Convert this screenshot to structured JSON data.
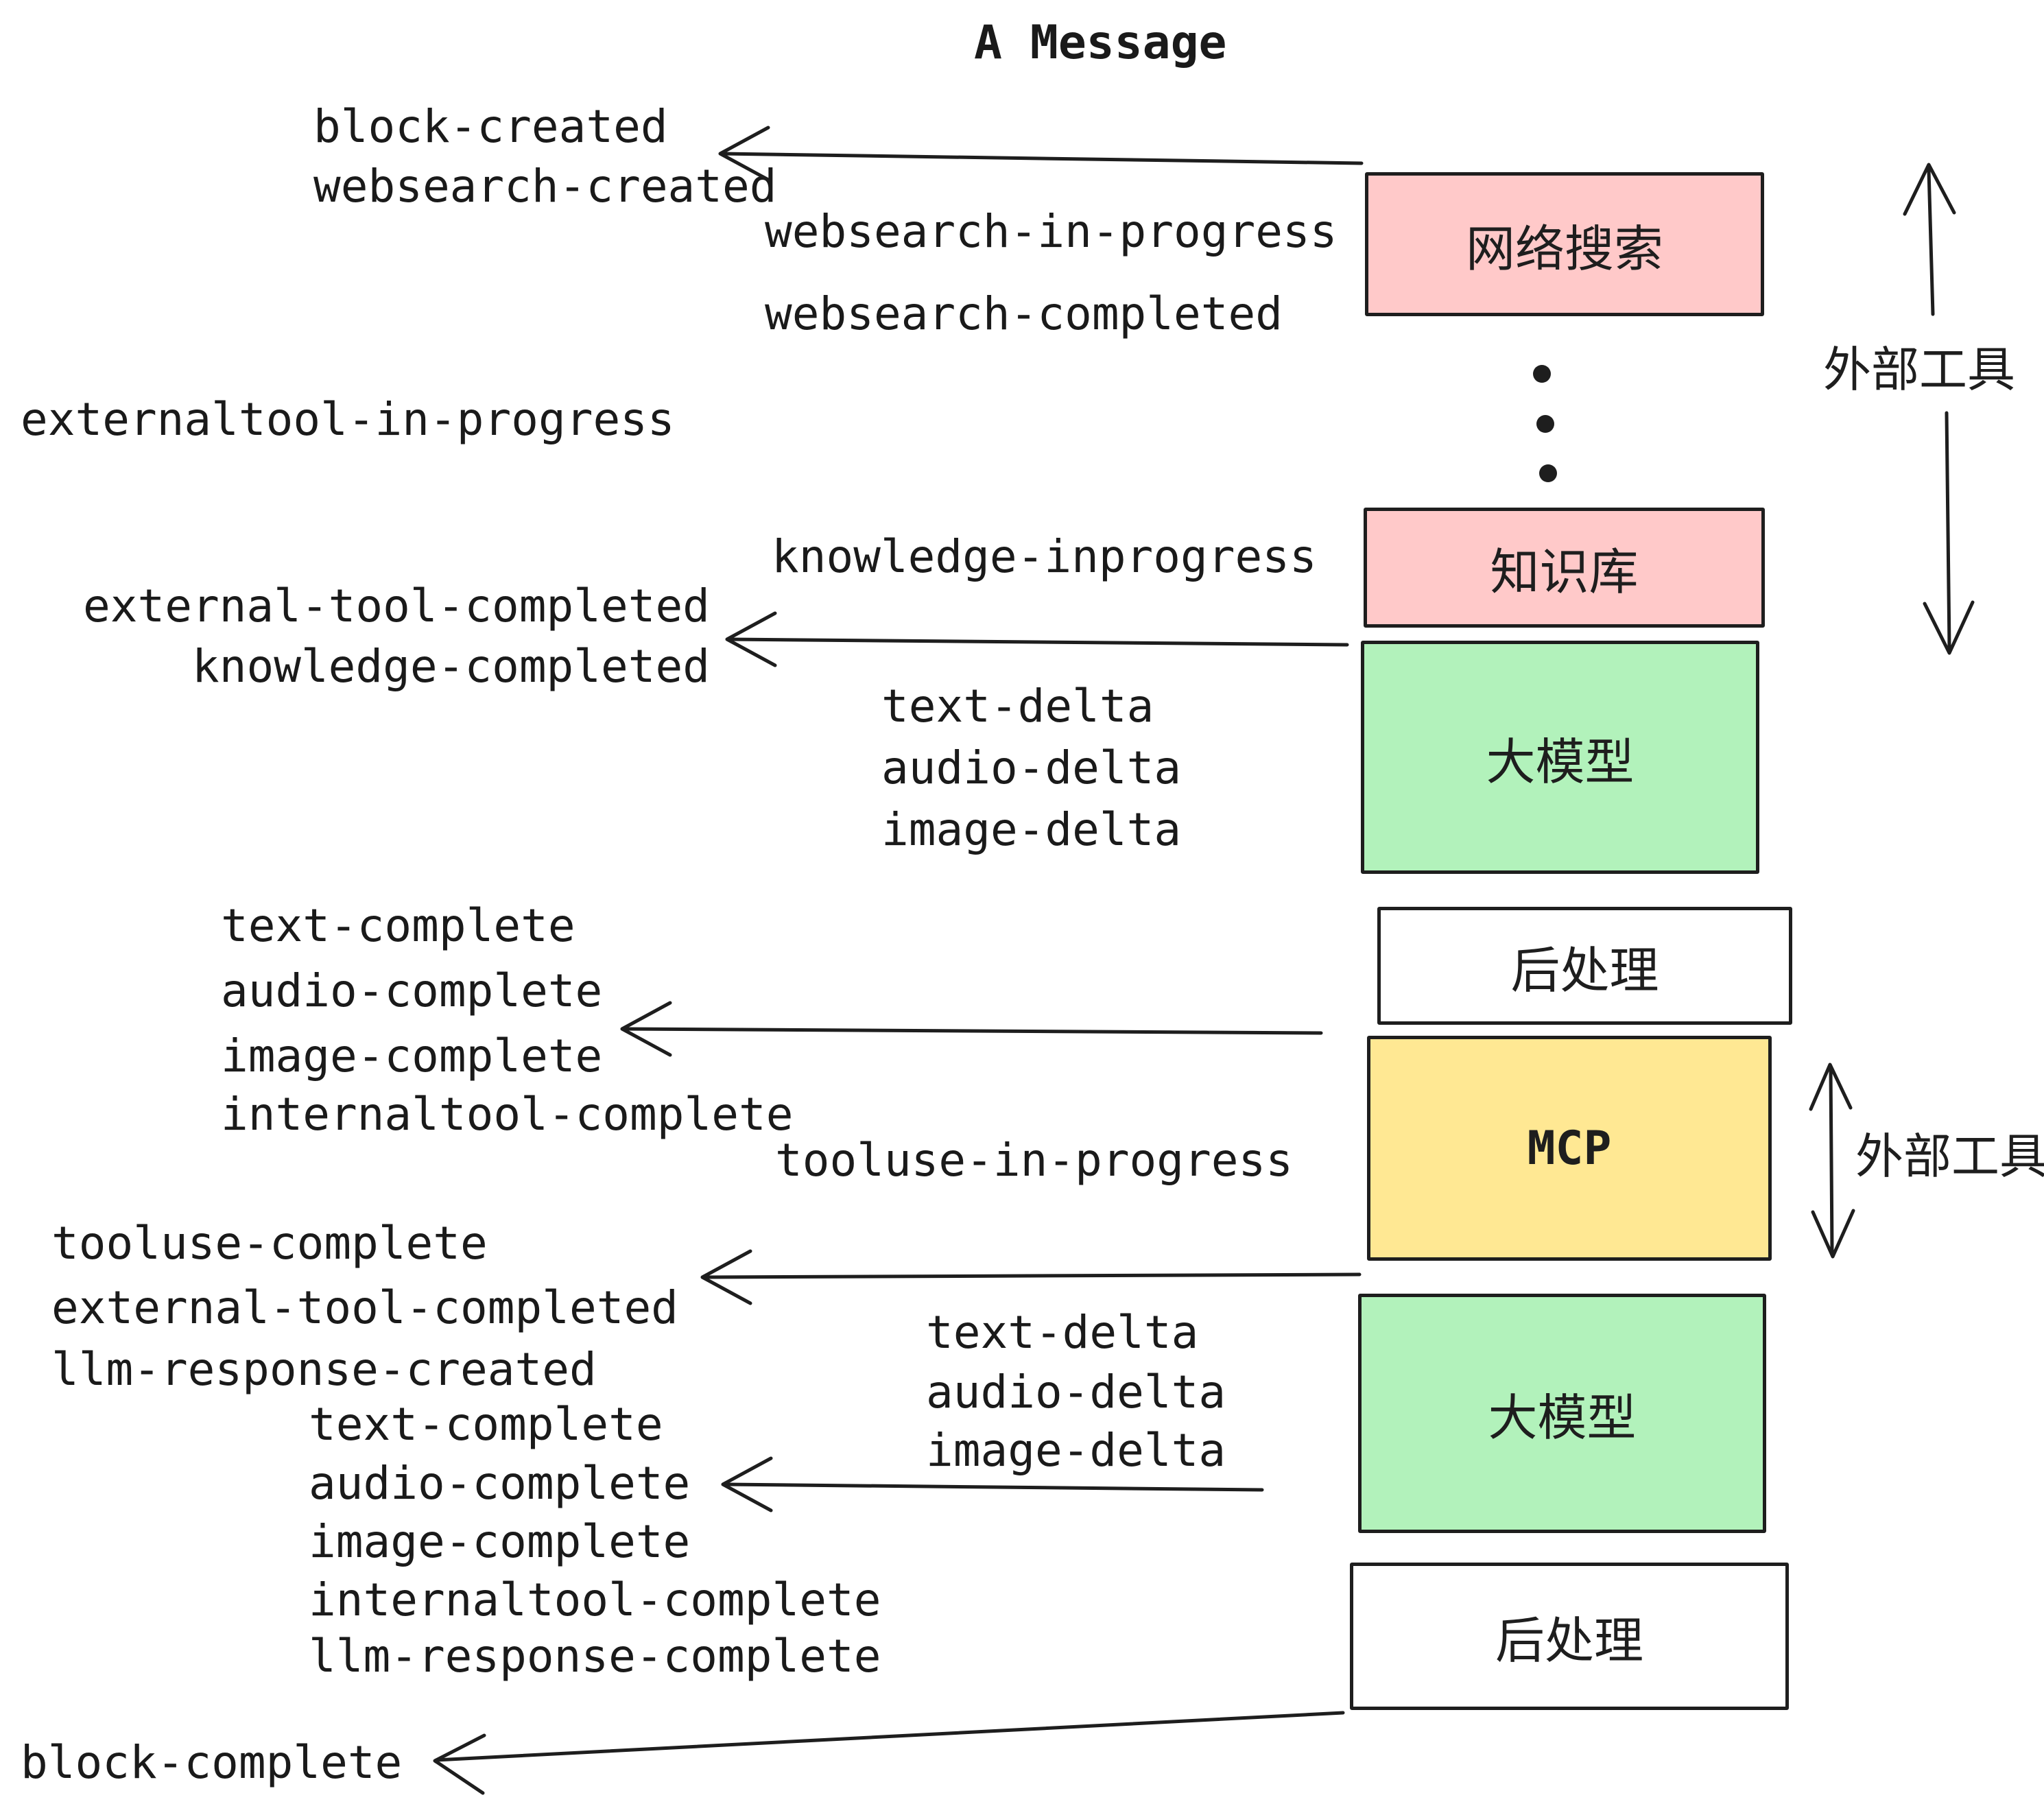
{
  "title": "A Message",
  "colors": {
    "pink": "#ffc9c9",
    "green": "#b2f2bb",
    "yellow": "#ffe893",
    "white": "#ffffff",
    "stroke": "#1e1e1e"
  },
  "events": [
    {
      "id": "block-created",
      "text": "block-created"
    },
    {
      "id": "websearch-created",
      "text": "websearch-created"
    },
    {
      "id": "websearch-in-progress",
      "text": "websearch-in-progress"
    },
    {
      "id": "websearch-completed",
      "text": "websearch-completed"
    },
    {
      "id": "externaltool-in-progress",
      "text": "externaltool-in-progress"
    },
    {
      "id": "knowledge-inprogress",
      "text": "knowledge-inprogress"
    },
    {
      "id": "external-tool-completed",
      "text": "external-tool-completed"
    },
    {
      "id": "knowledge-completed",
      "text": "knowledge-completed"
    },
    {
      "id": "text-delta",
      "text": "text-delta"
    },
    {
      "id": "audio-delta",
      "text": "audio-delta"
    },
    {
      "id": "image-delta",
      "text": "image-delta"
    },
    {
      "id": "text-complete",
      "text": "text-complete"
    },
    {
      "id": "audio-complete",
      "text": "audio-complete"
    },
    {
      "id": "image-complete",
      "text": "image-complete"
    },
    {
      "id": "internaltool-complete",
      "text": "internaltool-complete"
    },
    {
      "id": "tooluse-in-progress",
      "text": "tooluse-in-progress"
    },
    {
      "id": "tooluse-complete",
      "text": "tooluse-complete"
    },
    {
      "id": "external-tool-completed-2",
      "text": "external-tool-completed"
    },
    {
      "id": "llm-response-created",
      "text": "llm-response-created"
    },
    {
      "id": "text-complete-2",
      "text": "text-complete"
    },
    {
      "id": "audio-complete-2",
      "text": "audio-complete"
    },
    {
      "id": "image-complete-2",
      "text": "image-complete"
    },
    {
      "id": "internaltool-complete-2",
      "text": "internaltool-complete"
    },
    {
      "id": "llm-response-complete",
      "text": "llm-response-complete"
    },
    {
      "id": "text-delta-2",
      "text": "text-delta"
    },
    {
      "id": "audio-delta-2",
      "text": "audio-delta"
    },
    {
      "id": "image-delta-2",
      "text": "image-delta"
    },
    {
      "id": "block-complete",
      "text": "block-complete"
    }
  ],
  "boxes": [
    {
      "id": "websearch",
      "label": "网络搜索",
      "fill": "#ffc9c9"
    },
    {
      "id": "knowledge",
      "label": "知识库",
      "fill": "#ffc9c9"
    },
    {
      "id": "llm-1",
      "label": "大模型",
      "fill": "#b2f2bb"
    },
    {
      "id": "postprocess-1",
      "label": "后处理",
      "fill": "#ffffff"
    },
    {
      "id": "mcp",
      "label": "MCP",
      "fill": "#ffe893"
    },
    {
      "id": "llm-2",
      "label": "大模型",
      "fill": "#b2f2bb"
    },
    {
      "id": "postprocess-2",
      "label": "后处理",
      "fill": "#ffffff"
    }
  ],
  "side_labels": [
    {
      "id": "external-tools-1",
      "text": "外部工具"
    },
    {
      "id": "external-tools-2",
      "text": "外部工具"
    }
  ]
}
